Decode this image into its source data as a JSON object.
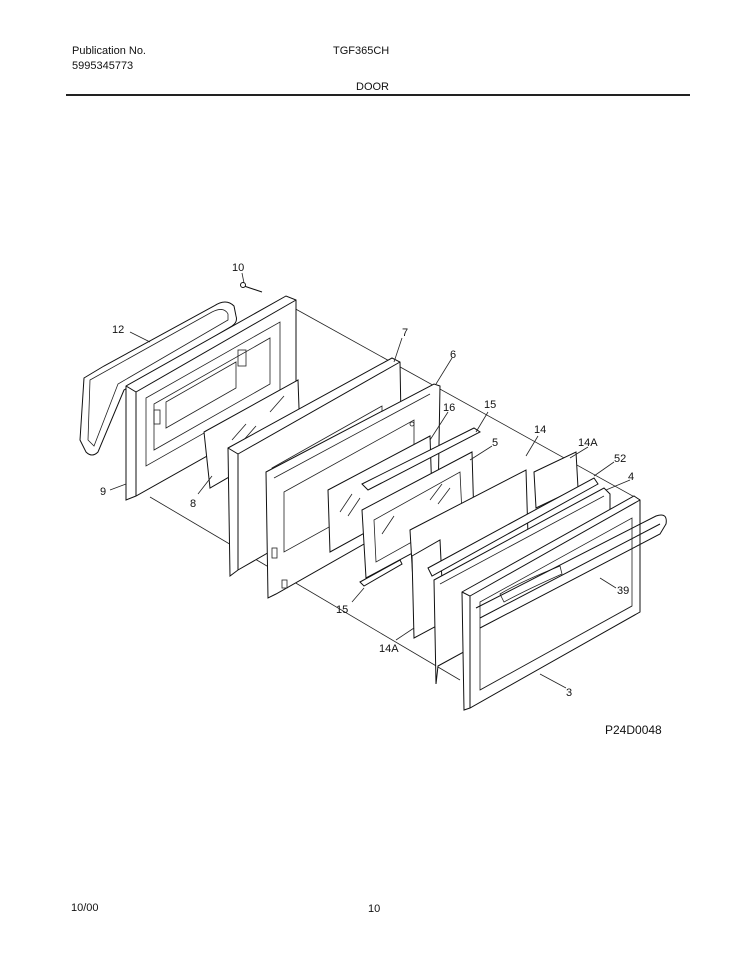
{
  "header": {
    "publication_label": "Publication No.",
    "publication_number": "5995345773",
    "model": "TGF365CH",
    "section_title": "DOOR"
  },
  "callouts": {
    "c10": "10",
    "c12": "12",
    "c9": "9",
    "c8": "8",
    "c7": "7",
    "c6": "6",
    "c16": "16",
    "c15a": "15",
    "c5": "5",
    "c14": "14",
    "c14a_top": "14A",
    "c52": "52",
    "c4": "4",
    "c39": "39",
    "c15b": "15",
    "c14a_bottom": "14A",
    "c3": "3"
  },
  "drawing_code": "P24D0048",
  "footer": {
    "date": "10/00",
    "page_number": "10"
  }
}
